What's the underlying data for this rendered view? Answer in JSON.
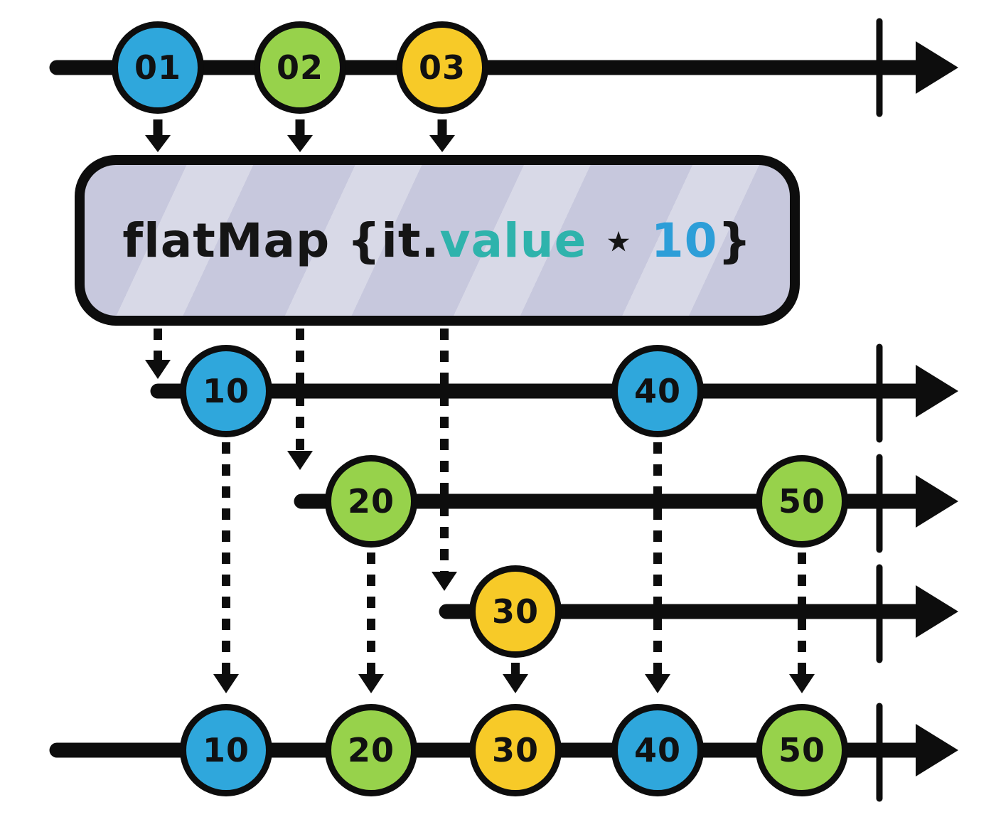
{
  "diagram": {
    "type": "marble-diagram",
    "operator": {
      "segments": [
        {
          "text": "flatMap {it.",
          "color": "#151515"
        },
        {
          "text": "value",
          "color": "#2eb3ac"
        },
        {
          "text": " ⋆ ",
          "color": "#151515"
        },
        {
          "text": "10",
          "color": "#2d9ed8"
        },
        {
          "text": "}",
          "color": "#151515"
        }
      ]
    },
    "colors": {
      "marble_blue": "#2fa7dc",
      "marble_green": "#97d24b",
      "marble_yellow": "#f7ca28",
      "stroke": "#0d0d0d",
      "box_fill": "#c7c8dd",
      "box_stripe": "#d8d9e7"
    },
    "streams": {
      "source": {
        "marbles": [
          {
            "label": "01",
            "color": "blue"
          },
          {
            "label": "02",
            "color": "green"
          },
          {
            "label": "03",
            "color": "yellow"
          }
        ]
      },
      "inner1": {
        "marbles": [
          {
            "label": "10",
            "color": "blue"
          },
          {
            "label": "40",
            "color": "blue"
          }
        ]
      },
      "inner2": {
        "marbles": [
          {
            "label": "20",
            "color": "green"
          },
          {
            "label": "50",
            "color": "green"
          }
        ]
      },
      "inner3": {
        "marbles": [
          {
            "label": "30",
            "color": "yellow"
          }
        ]
      },
      "result": {
        "marbles": [
          {
            "label": "10",
            "color": "blue"
          },
          {
            "label": "20",
            "color": "green"
          },
          {
            "label": "30",
            "color": "yellow"
          },
          {
            "label": "40",
            "color": "blue"
          },
          {
            "label": "50",
            "color": "green"
          }
        ]
      }
    }
  }
}
